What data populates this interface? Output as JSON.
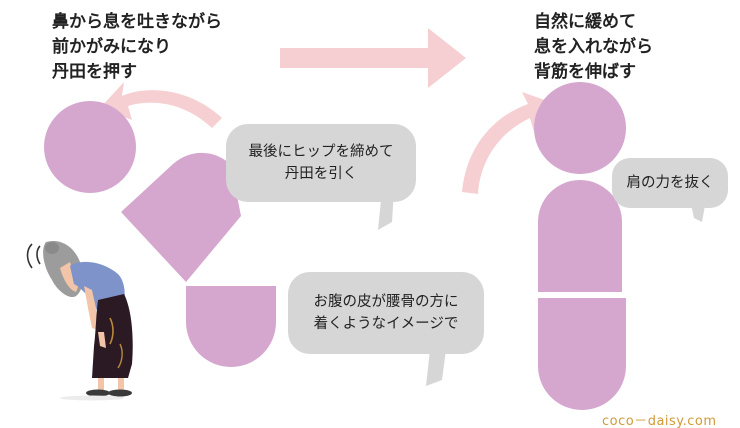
{
  "step_left": {
    "caption": "鼻から息を吐きながら\n前かがみになり\n丹田を押す",
    "bubble_top": "最後にヒップを締めて\n丹田を引く",
    "bubble_bottom": "お腹の皮が腰骨の方に\n着くようなイメージで"
  },
  "step_right": {
    "caption": "自然に緩めて\n息を入れながら\n背筋を伸ばす",
    "bubble": "肩の力を抜く"
  },
  "site": "coco－daisy.com",
  "colors": {
    "body_shape": "#d5a7cf",
    "arrow": "#f5cfd2",
    "bubble": "#d6d6d6",
    "watermark": "#d29a37"
  }
}
